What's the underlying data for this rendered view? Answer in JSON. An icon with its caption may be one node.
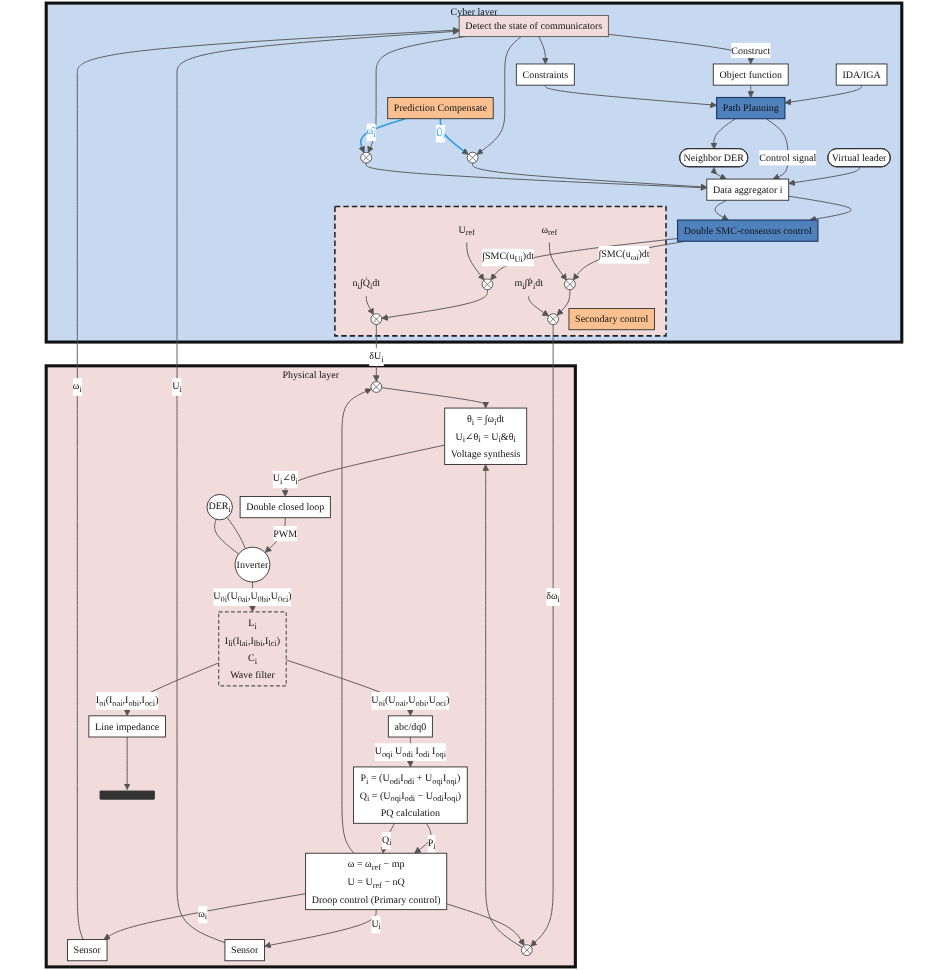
{
  "diagram": {
    "nodes": [
      {
        "text": [
          "Cyber layer"
        ]
      },
      {
        "text": [
          "Virtual leader"
        ],
        "in": 0
      },
      {
        "text": [
          "Path Planning"
        ],
        "in": 0
      },
      {
        "text": [
          "IDA/IGA"
        ],
        "in": 0
      },
      {
        "text": [
          "Object function"
        ],
        "in": 0
      },
      {
        "text": [
          "Constraints"
        ],
        "in": 0
      },
      {
        "text": [
          "Neighbor DER"
        ],
        "in": 0
      },
      {
        "text": [
          "Data aggregator i"
        ],
        "in": 0
      },
      {
        "text": [],
        "shape": "circle",
        "in": 0
      },
      {
        "text": [],
        "shape": "circle",
        "in": 0
      },
      {
        "text": [
          "Double SMC-consensus control"
        ],
        "in": 0
      },
      {
        "text": [
          "Prediction Compensate"
        ],
        "in": 0
      },
      {
        "text": [
          "Detect the state of communicators"
        ],
        "in": 0
      },
      {
        "text": [],
        "shape": "box",
        "in": 0
      },
      {
        "text": [
          "U$_{ref}$"
        ],
        "in": 13
      },
      {
        "text": [],
        "shape": "circle",
        "in": 13
      },
      {
        "text": [],
        "shape": "circle",
        "in": 13
      },
      {
        "text": [
          "ω$_{ref}$"
        ],
        "in": 13
      },
      {
        "text": [
          "n$_{i}$∫Q̇$_{i}$dt"
        ],
        "in": 13
      },
      {
        "text": [],
        "shape": "circle",
        "in": 13
      },
      {
        "text": [],
        "shape": "circle",
        "in": 13
      },
      {
        "text": [
          "m$_{i}$∫Ṗ$_{i}$dt"
        ],
        "in": 13
      },
      {
        "text": [
          "Secondary control"
        ],
        "in": 13
      },
      {
        "text": [
          "Physical layer"
        ]
      },
      {
        "text": [
          "Double closed loop"
        ],
        "in": 23
      },
      {
        "text": [
          "θ$_{i}$ = ∫ω$_{i}$dt",
          "U$_{i}$∠θ$_{i}$ = U$_{i}$&θ$_{i}$",
          "Voltage synthesis"
        ],
        "in": 23
      },
      {
        "text": [],
        "shape": "circle",
        "in": 23
      },
      {
        "text": [
          "Sensor"
        ],
        "in": 23
      },
      {
        "text": [
          "ω = ω$_{ref}$ − mp",
          "U = U$_{ref}$ − nQ",
          "Droop control (Primary control)"
        ],
        "in": 23
      },
      {
        "text": [
          "P$_{i}$ = (U$_{odi}$I$_{odi}$ + U$_{oqi}$I$_{oqi}$)",
          "Q$_{i}$ = (U$_{oqi}$I$_{odi}$ − U$_{odi}$I$_{oqi}$)",
          "PQ calculation"
        ],
        "in": 23
      },
      {
        "text": [
          "Sensor"
        ],
        "in": 23
      },
      {
        "text": [],
        "shape": "circle",
        "in": 23
      },
      {
        "text": [
          "DER$_{i}$"
        ],
        "in": 23
      },
      {
        "text": [
          "Inverter"
        ],
        "in": 23
      },
      {
        "text": [
          "abc/dq0"
        ],
        "in": 23
      },
      {
        "text": [
          "L$_{i}$",
          "I$_{li}$(I$_{lai}$,I$_{lbi}$,I$_{lci}$)",
          "C$_{i}$",
          "Wave filter"
        ],
        "in": 23
      },
      {
        "text": [
          "Line impedance"
        ],
        "in": 23
      },
      {
        "text": [],
        "shape": "bar",
        "in": 23
      }
    ],
    "edges": [
      {
        "from": 1,
        "to": 7,
        "arrow": "to"
      },
      {
        "from": 2,
        "to": 7,
        "arrow": "to",
        "label": "Control signal"
      },
      {
        "from": 2,
        "to": 6,
        "arrow": "to"
      },
      {
        "from": 6,
        "to": 7,
        "arrow": "both"
      },
      {
        "from": 3,
        "to": 2,
        "arrow": "to"
      },
      {
        "from": 4,
        "to": 2,
        "arrow": "to"
      },
      {
        "from": 5,
        "to": 2,
        "arrow": "to"
      },
      {
        "from": 12,
        "to": 4,
        "arrow": "to",
        "label": "Construct"
      },
      {
        "from": 12,
        "to": 5,
        "arrow": "to"
      },
      {
        "from": 12,
        "to": 9,
        "arrow": "to"
      },
      {
        "from": 12,
        "to": 8,
        "arrow": "to"
      },
      {
        "from": 11,
        "to": 9,
        "arrow": "to",
        "label": "Û$_{i}$",
        "color": "#2e9fe0"
      },
      {
        "from": 11,
        "to": 8,
        "arrow": "to",
        "label": "ω̂$_{i}$",
        "color": "#2e9fe0"
      },
      {
        "from": 9,
        "to": 7,
        "arrow": "to"
      },
      {
        "from": 8,
        "to": 7,
        "arrow": "to"
      },
      {
        "from": 7,
        "to": 10,
        "arrow": "to"
      },
      {
        "from": 7,
        "to": 10,
        "arrow": "to"
      },
      {
        "from": 10,
        "to": 15,
        "arrow": "to",
        "label": "∫SMC(u$_{Ui}$)dt"
      },
      {
        "from": 10,
        "to": 16,
        "arrow": "to",
        "label": "∫SMC(u$_{ωi}$)dt"
      },
      {
        "from": 14,
        "to": 15,
        "arrow": "to"
      },
      {
        "from": 17,
        "to": 16,
        "arrow": "to"
      },
      {
        "from": 15,
        "to": 19,
        "arrow": "to"
      },
      {
        "from": 16,
        "to": 20,
        "arrow": "to"
      },
      {
        "from": 18,
        "to": 19,
        "arrow": "to"
      },
      {
        "from": 21,
        "to": 20,
        "arrow": "to"
      },
      {
        "from": 19,
        "to": 26,
        "arrow": "to",
        "label": "δU$_{i}$"
      },
      {
        "from": 20,
        "to": 31,
        "arrow": "to",
        "label": "δω$_{i}$"
      },
      {
        "from": 26,
        "to": 25,
        "arrow": "to"
      },
      {
        "from": 31,
        "to": 25,
        "arrow": "to"
      },
      {
        "from": 25,
        "to": 24,
        "arrow": "to",
        "label": "U$_{i}$∠θ$_{i}$"
      },
      {
        "from": 24,
        "to": 33,
        "arrow": "to",
        "label": "PWM"
      },
      {
        "from": 32,
        "to": 33,
        "arrow": "none"
      },
      {
        "from": 32,
        "to": 33,
        "arrow": "none"
      },
      {
        "from": 33,
        "to": 35,
        "arrow": "to",
        "label": "U$_{0i}$(U$_{0ai}$,U$_{0bi}$,U$_{0ci}$)"
      },
      {
        "from": 35,
        "to": 36,
        "arrow": "to",
        "label": "I$_{oi}$(I$_{oai}$,I$_{obi}$,I$_{oci}$)"
      },
      {
        "from": 36,
        "to": 37,
        "arrow": "to"
      },
      {
        "from": 35,
        "to": 34,
        "arrow": "to",
        "label": "U$_{oi}$(U$_{oai}$,U$_{obi}$,U$_{oci}$)"
      },
      {
        "from": 34,
        "to": 29,
        "arrow": "to",
        "label": "U$_{oqi}$ U$_{odi}$ I$_{odi}$ I$_{oqi}$"
      },
      {
        "from": 29,
        "to": 28,
        "arrow": "to",
        "label": "P$_{i}$"
      },
      {
        "from": 29,
        "to": 28,
        "arrow": "to",
        "label": "Q$_{i}$"
      },
      {
        "from": 28,
        "to": 27,
        "arrow": "to",
        "label": "ω$_{i}$"
      },
      {
        "from": 28,
        "to": 30,
        "arrow": "to",
        "label": "U$_{i}$"
      },
      {
        "from": 28,
        "to": 26,
        "arrow": "to"
      },
      {
        "from": 28,
        "to": 31,
        "arrow": "to"
      },
      {
        "from": 27,
        "to": 12,
        "arrow": "to",
        "label": "ω$_{i}$"
      },
      {
        "from": 30,
        "to": 12,
        "arrow": "to",
        "label": "U$_{i}$"
      }
    ]
  }
}
